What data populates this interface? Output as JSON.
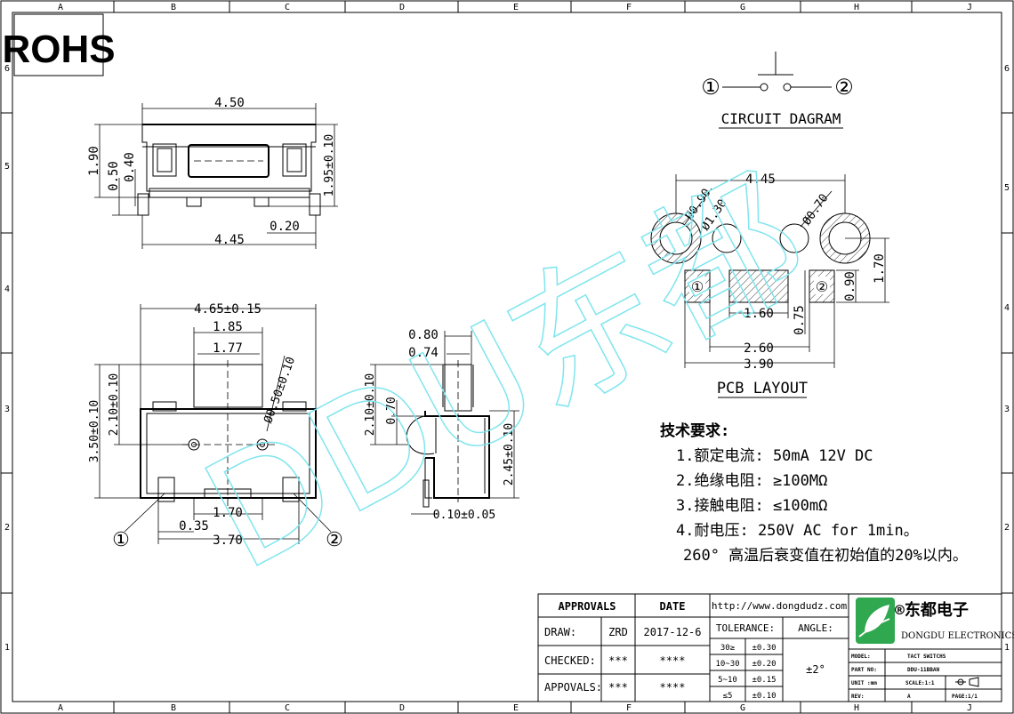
{
  "grid": {
    "columns": [
      "A",
      "B",
      "C",
      "D",
      "E",
      "F",
      "G",
      "H",
      "J"
    ],
    "rows": [
      "6",
      "5",
      "4",
      "3",
      "2",
      "1"
    ]
  },
  "rohs": "ROHS",
  "watermark": "DDU东都",
  "top_view": {
    "dim_width_top": "4.50",
    "dim_width_bottom": "4.45",
    "dim_h1": "1.90",
    "dim_h2": "0.50",
    "dim_h3": "0.40",
    "dim_h_right": "1.95±0.10",
    "dim_gap": "0.20"
  },
  "front_view": {
    "dim_total": "4.65±0.15",
    "dim_185": "1.85",
    "dim_177": "1.77",
    "dim_hole": "Ø0.50±0.10",
    "dim_350": "3.50±0.10",
    "dim_210": "2.10±0.10",
    "dim_170": "1.70",
    "dim_035": "0.35",
    "dim_370": "3.70",
    "pin1": "①",
    "pin2": "②"
  },
  "side_view": {
    "dim_080": "0.80",
    "dim_074": "0.74",
    "dim_210": "2.10±0.10",
    "dim_070": "0.70",
    "dim_245": "2.45±0.10",
    "dim_010": "0.10±0.05"
  },
  "circuit": {
    "title": "CIRCUIT DAGRAM",
    "pin1": "①",
    "pin2": "②"
  },
  "pcb": {
    "title": "PCB LAYOUT",
    "dim_445": "4.45",
    "dim_090": "Ø0.90",
    "dim_130": "Ø1.30",
    "dim_070": "Ø0.70",
    "dim_170": "1.70",
    "dim_pad_090": "0.90",
    "dim_075": "0.75",
    "dim_160": "1.60",
    "dim_260": "2.60",
    "dim_390": "3.90",
    "pin1": "①",
    "pin2": "②"
  },
  "requirements": {
    "heading": "技术要求:",
    "items": [
      "1.额定电流: 50mA 12V DC",
      "2.绝缘电阻: ≥100MΩ",
      "3.接触电阻: ≤100mΩ",
      "4.耐电压: 250V AC for 1min。",
      "260° 高温后衰变值在初始值的20%以内。"
    ]
  },
  "title_block": {
    "approvals": "APPROVALS",
    "date": "DATE",
    "url": "http://www.dongdudz.com",
    "draw_label": "DRAW:",
    "draw_by": "ZRD",
    "draw_date": "2017-12-6",
    "checked_label": "CHECKED:",
    "checked_by": "***",
    "checked_date": "****",
    "appovals_label": "APPOVALS:",
    "appovals_by": "***",
    "appovals_date": "****",
    "tolerance_label": "TOLERANCE:",
    "angle_label": "ANGLE:",
    "angle_value": "±2°",
    "tolerances": [
      {
        "range": "30≥",
        "tol": "±0.30"
      },
      {
        "range": "10~30",
        "tol": "±0.20"
      },
      {
        "range": "5~10",
        "tol": "±0.15"
      },
      {
        "range": "≤5",
        "tol": "±0.10"
      }
    ],
    "company_cn": "®东都电子",
    "company_en": "DONGDU ELECTRONICS",
    "model_label": "MODEL:",
    "model_value": "TACT SWITCHS",
    "part_label": "PART NO:",
    "part_value": "DDU-11BBAN",
    "unit_label": "UNIT :mm",
    "scale_label": "SCALE:1:1",
    "rev_label": "REV:",
    "rev_value": "A",
    "page_label": "PAGE:1/1",
    "logo_color": "#2fa84f"
  }
}
